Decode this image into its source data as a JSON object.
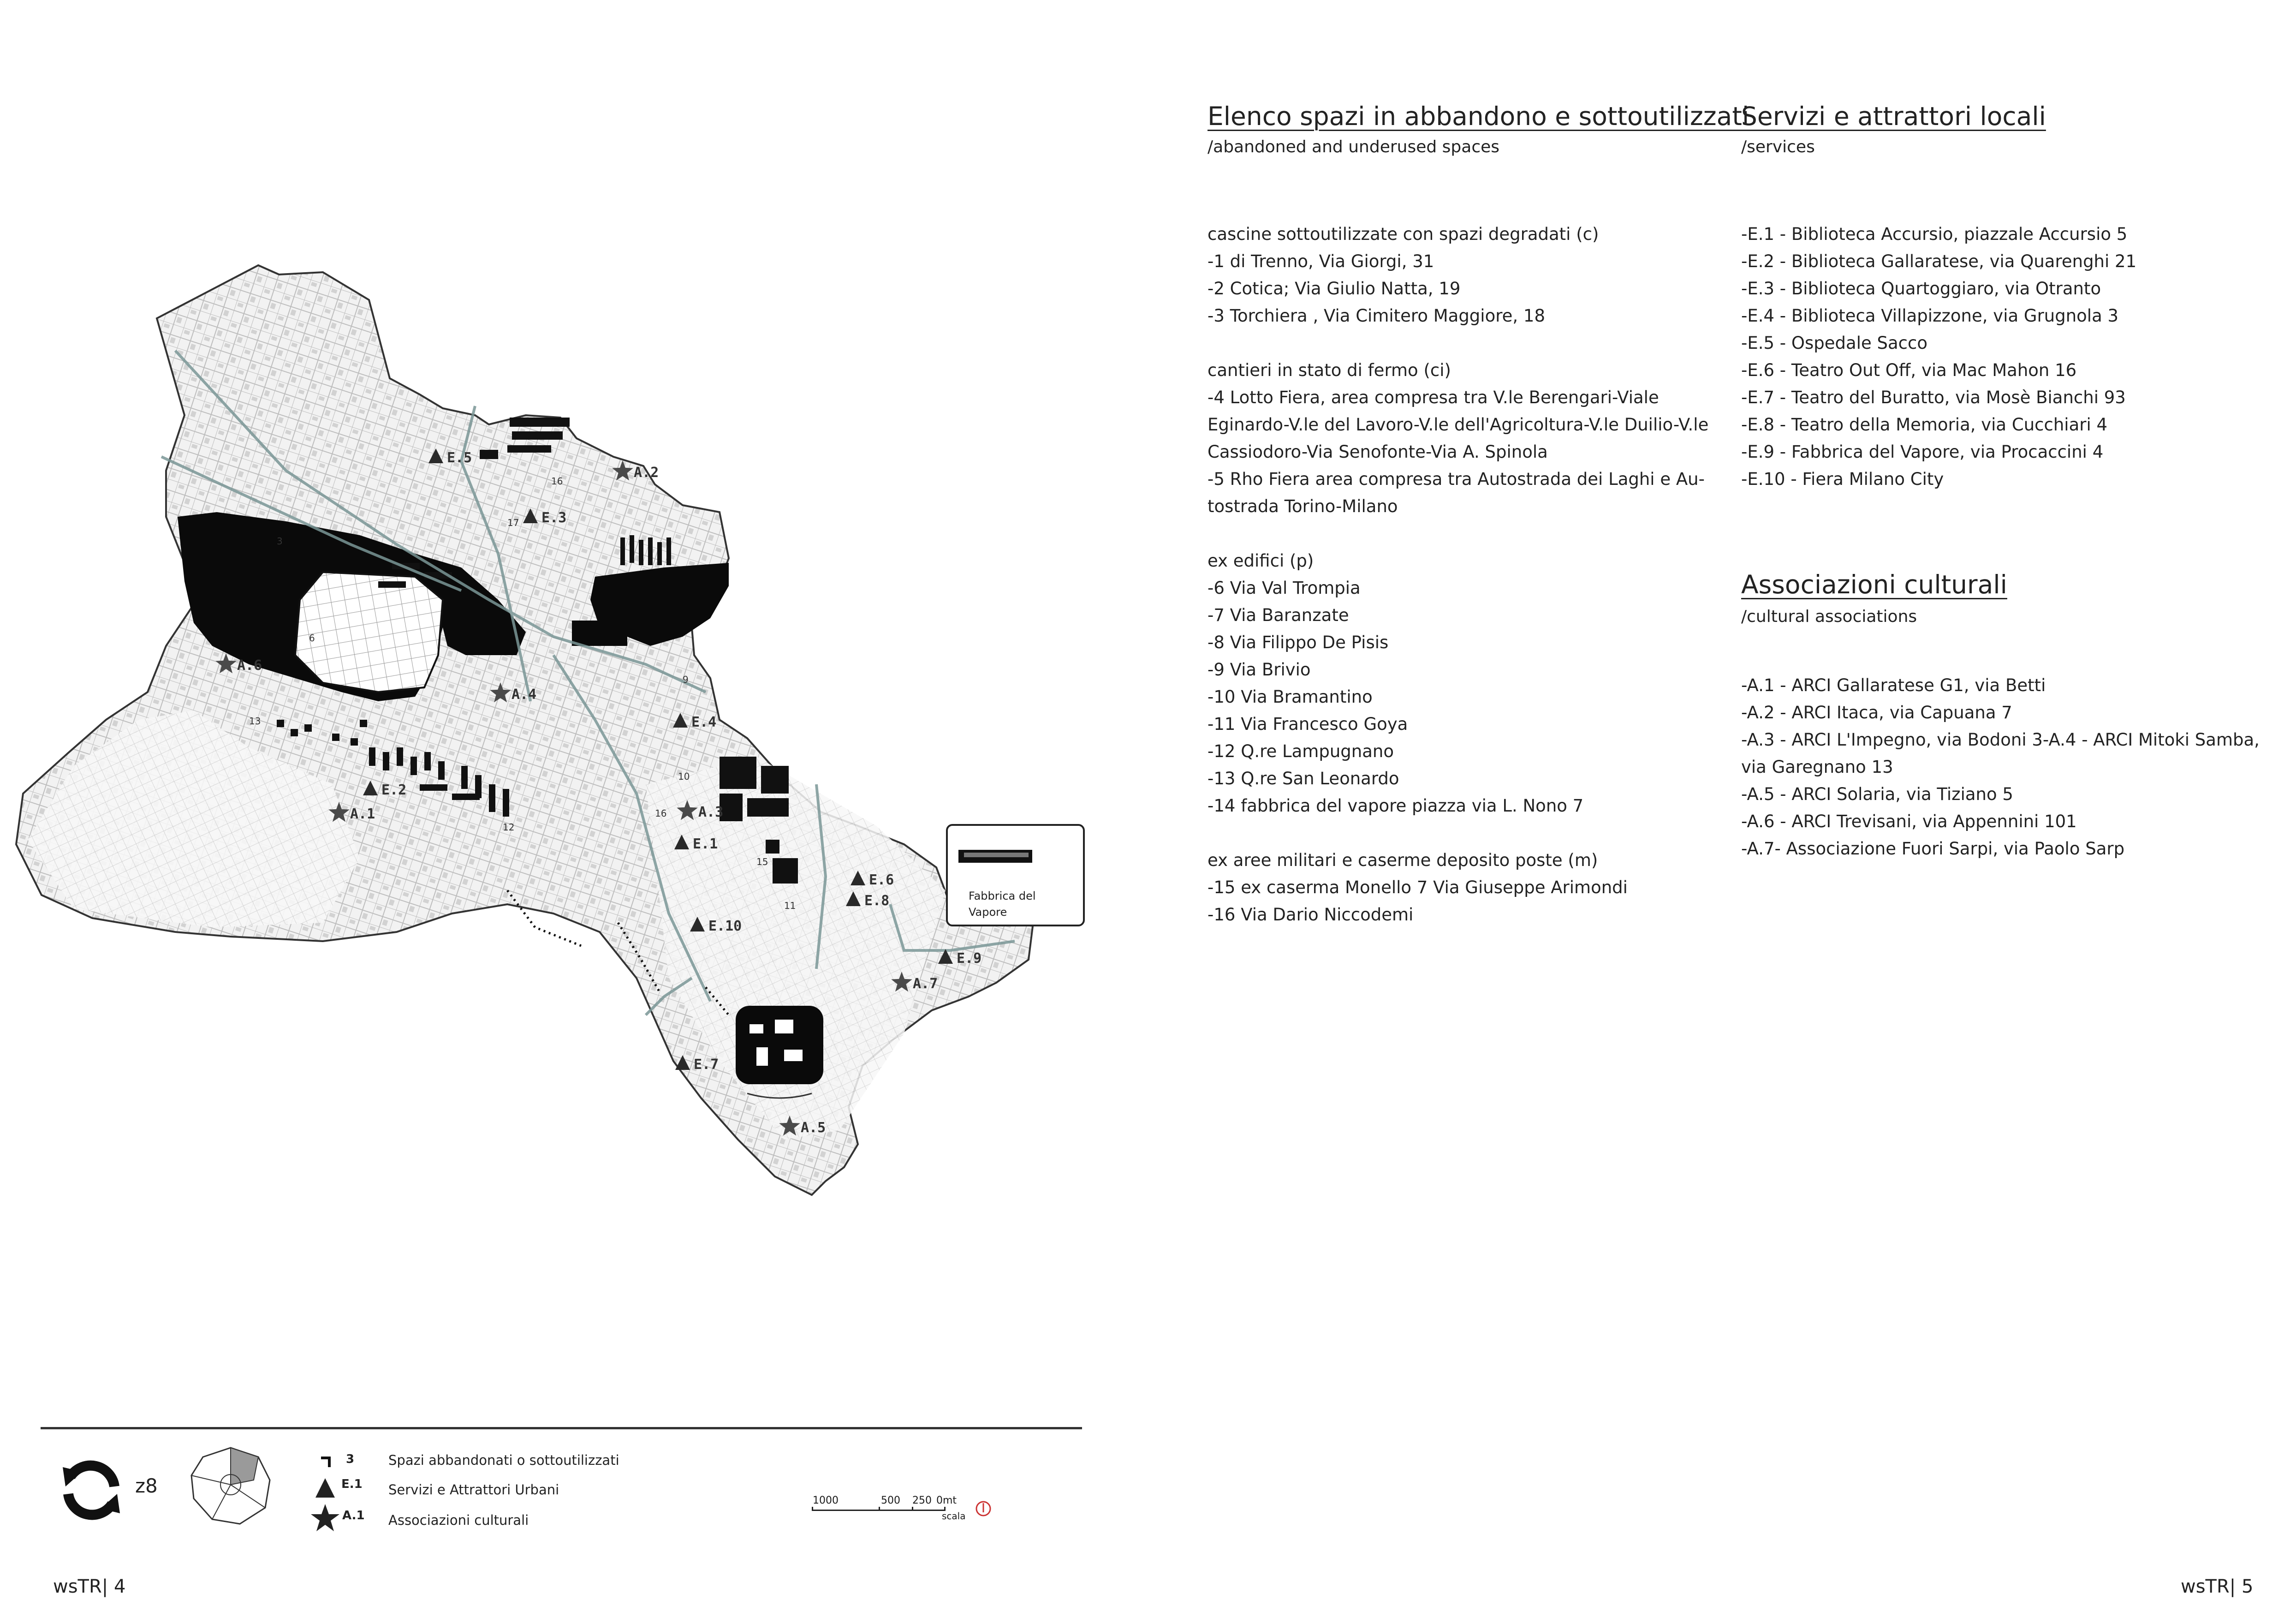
{
  "map": {
    "markers_services": [
      "E.1",
      "E.2",
      "E.3",
      "E.4",
      "E.5",
      "E.6",
      "E.7",
      "E.8",
      "E.9",
      "E.10"
    ],
    "markers_associations": [
      "A.1",
      "A.2",
      "A.3",
      "A.4",
      "A.5",
      "A.6",
      "A.7"
    ],
    "callout_label": "Fabbrica del Vapore"
  },
  "legend": {
    "zone_label": "z8",
    "items": [
      {
        "code": "3",
        "label": "Spazi abbandonati o sottoutilizzati"
      },
      {
        "code": "E.1",
        "label": "Servizi e Attrattori Urbani"
      },
      {
        "code": "A.1",
        "label": "Associazioni culturali"
      }
    ],
    "scale": {
      "ticks": [
        "1000",
        "500",
        "250",
        "0mt"
      ],
      "label": "scala"
    }
  },
  "abandoned": {
    "title": "Elenco spazi in abbandono e sottoutilizzati",
    "subtitle": "/abandoned and underused spaces",
    "lines": [
      "cascine sottoutilizzate con spazi degradati (c)",
      "-1  di Trenno, Via Giorgi, 31",
      "-2  Cotica; Via Giulio Natta, 19",
      "-3 Torchiera , Via Cimitero Maggiore, 18",
      "",
      "cantieri in stato di fermo (ci)",
      "-4  Lotto Fiera, area compresa tra V.le Berengari-Viale",
      "Eginardo-V.le del Lavoro-V.le  dell'Agricoltura-V.le Duilio-V.le",
      "Cassiodoro-Via Senofonte-Via A. Spinola",
      "-5 Rho Fiera area compresa tra Autostrada dei Laghi e Au-",
      "tostrada Torino-Milano",
      "",
      "ex edifici (p)",
      "-6 Via Val Trompia",
      "-7 Via Baranzate",
      "-8 Via Filippo De Pisis",
      "-9 Via Brivio",
      "-10 Via Bramantino",
      "-11 Via Francesco Goya",
      "-12 Q.re Lampugnano",
      "-13 Q.re San Leonardo",
      "-14 fabbrica del vapore piazza via L. Nono 7",
      "",
      "ex aree militari e caserme deposito poste (m)",
      "-15 ex caserma Monello 7 Via Giuseppe Arimondi",
      "-16 Via Dario Niccodemi"
    ]
  },
  "services": {
    "title": "Servizi e attrattori locali",
    "subtitle": "/services",
    "lines": [
      "-E.1 - Biblioteca Accursio, piazzale Accursio 5",
      "-E.2 - Biblioteca Gallaratese, via Quarenghi 21",
      "-E.3 - Biblioteca Quartoggiaro, via Otranto",
      "-E.4 - Biblioteca Villapizzone, via Grugnola 3",
      "-E.5 - Ospedale Sacco",
      "-E.6 - Teatro Out Off, via Mac Mahon 16",
      "-E.7 - Teatro del Buratto, via Mosè Bianchi 93",
      "-E.8 - Teatro della Memoria, via Cucchiari 4",
      "-E.9 - Fabbrica del Vapore, via Procaccini 4",
      "-E.10 - Fiera Milano City"
    ]
  },
  "associations": {
    "title": "Associazioni culturali",
    "subtitle": "/cultural associations",
    "lines": [
      "-A.1 - ARCI Gallaratese G1, via Betti",
      "-A.2 - ARCI Itaca, via Capuana 7",
      "-A.3 - ARCI L'Impegno, via Bodoni 3-A.4 - ARCI Mitoki Samba,",
      "via Garegnano 13",
      "-A.5 - ARCI Solaria, via Tiziano 5",
      "-A.6 - ARCI Trevisani, via Appennini 101",
      "-A.7- Associazione Fuori Sarpi, via Paolo Sarp"
    ]
  },
  "footer": {
    "left_page": "wsTR| 4",
    "right_page": "wsTR| 5"
  }
}
